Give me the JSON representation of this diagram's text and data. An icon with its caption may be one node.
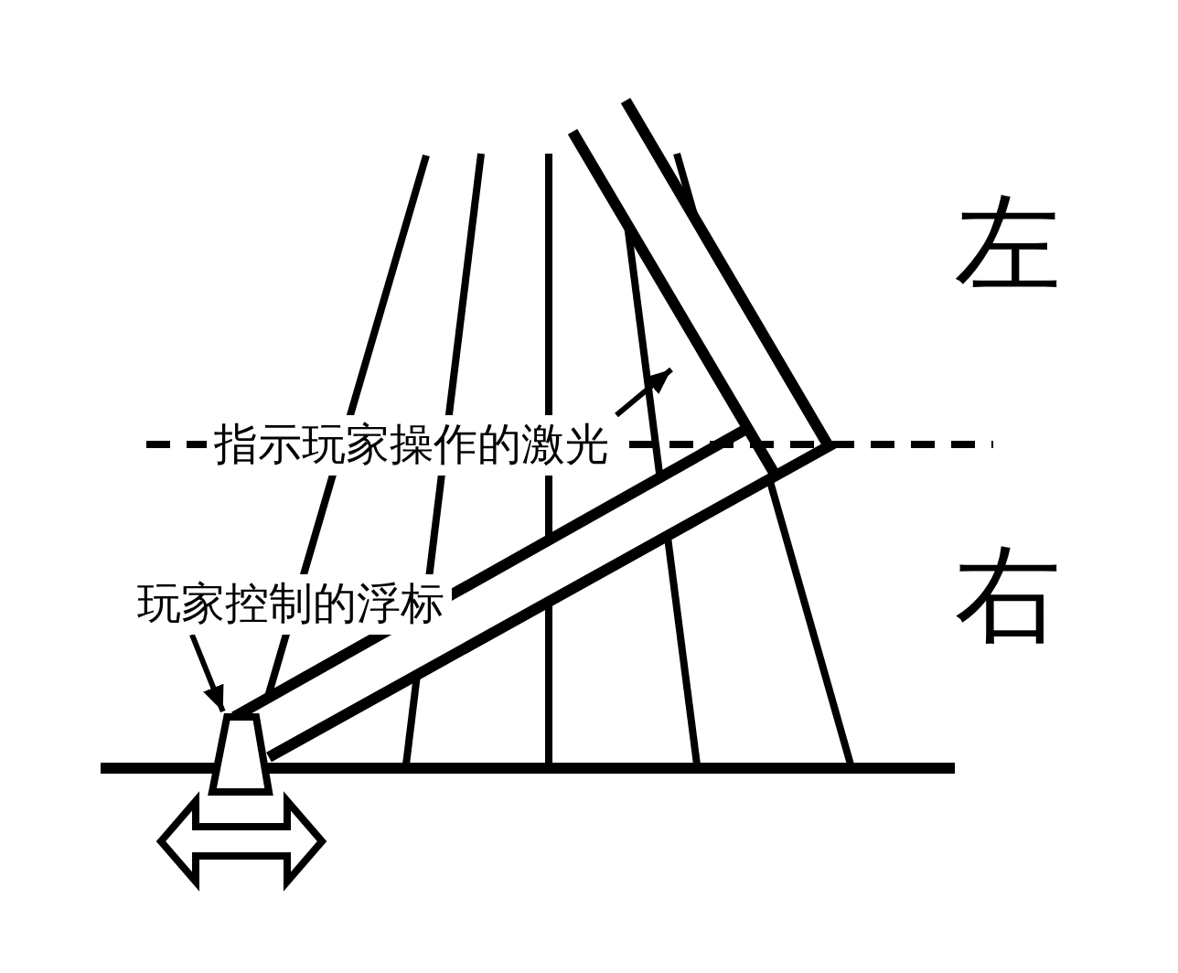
{
  "diagram": {
    "nodes": [
      {
        "text": [
          "指示玩家操作的激光"
        ]
      },
      {
        "text": [
          "玩家控制的浮标"
        ]
      },
      {
        "text": [],
        "shape": "trapezoid"
      }
    ],
    "edges": [
      {
        "from": 0,
        "to": null,
        "arrow": "to"
      },
      {
        "from": 1,
        "to": 2,
        "arrow": "to"
      }
    ],
    "labels": [
      "左",
      "右"
    ]
  }
}
